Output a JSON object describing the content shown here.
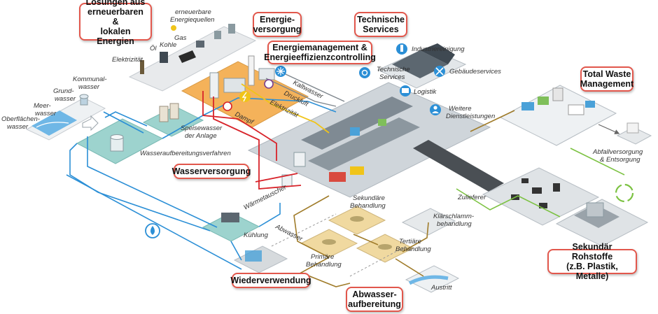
{
  "boxes": {
    "renewables": "Lösungen aus\nerneuerbaren &\nlokalen Energien",
    "energy_supply": "Energie-\nversorgung",
    "technical_services": "Technische\nServices",
    "energy_management": "Energiemanagement &\nEnergieeffizienzcontrolling",
    "total_waste": "Total Waste\nManagement",
    "water_supply": "Wasserversorgung",
    "reuse": "Wiederverwendung",
    "wastewater_treatment": "Abwasser-\naufbereitung",
    "secondary_raw": "Sekundär Rohstoffe\n(z.B. Plastik, Metalle)"
  },
  "labels": {
    "renewable_sources_1": "erneuerbare",
    "renewable_sources_2": "Energiequellen",
    "gas": "Gas",
    "oil": "Öl",
    "coal": "Kohle",
    "electricity_src": "Elektrizität",
    "municipal_water_1": "Kommunal-",
    "municipal_water_2": "wasser",
    "groundwater_1": "Grund-",
    "groundwater_2": "wasser",
    "seawater_1": "Meer-",
    "seawater_2": "wasser",
    "surface_water_1": "Oberflächen-",
    "surface_water_2": "wasser",
    "feedwater_1": "Speisewasser",
    "feedwater_2": "der Anlage",
    "water_treatment": "Wasseraufbereitungsverfahren",
    "cold_water": "Kaltwasser",
    "compressed_air": "Druckluft",
    "electricity": "Elektrizität",
    "steam": "Dampf",
    "heat_exchanger": "Wärmetauscher",
    "cooling": "Kühlung",
    "wastewater": "Abwasser",
    "primary_1": "Primäre",
    "primary_2": "Behandlung",
    "secondary_1": "Sekundäre",
    "secondary_2": "Behandlung",
    "tertiary_1": "Tertiäre",
    "tertiary_2": "Behandlung",
    "sludge_1": "Klärschlamm-",
    "sludge_2": "behandlung",
    "outlet": "Austritt",
    "industrial_cleaning": "Industriereinigung",
    "building_services": "Gebäudeservices",
    "tech_services_bldg_1": "Technische",
    "tech_services_bldg_2": "Services",
    "logistics": "Logistik",
    "further_services_1": "Weitere",
    "further_services_2": "Dienstleistungen",
    "suppliers": "Zulieferer",
    "waste_disposal_1": "Abfallversorgung",
    "waste_disposal_2": "& Entsorgung"
  },
  "colors": {
    "highlight_border": "#e2574c",
    "water_line": "#2b8fd6",
    "steam_line": "#d8232a",
    "electricity_line": "#f0c419",
    "wastewater_line": "#a07c2a",
    "recycle_line": "#7cc242",
    "platform": "#cfd5da",
    "energy_platform": "#f4b25a"
  },
  "icons": [
    "worker-icon",
    "cleaning-icon",
    "building-services-icon",
    "technical-services-icon",
    "logistics-icon",
    "snowflake-icon",
    "electricity-icon",
    "recycle-icon",
    "water-drop-icon"
  ]
}
